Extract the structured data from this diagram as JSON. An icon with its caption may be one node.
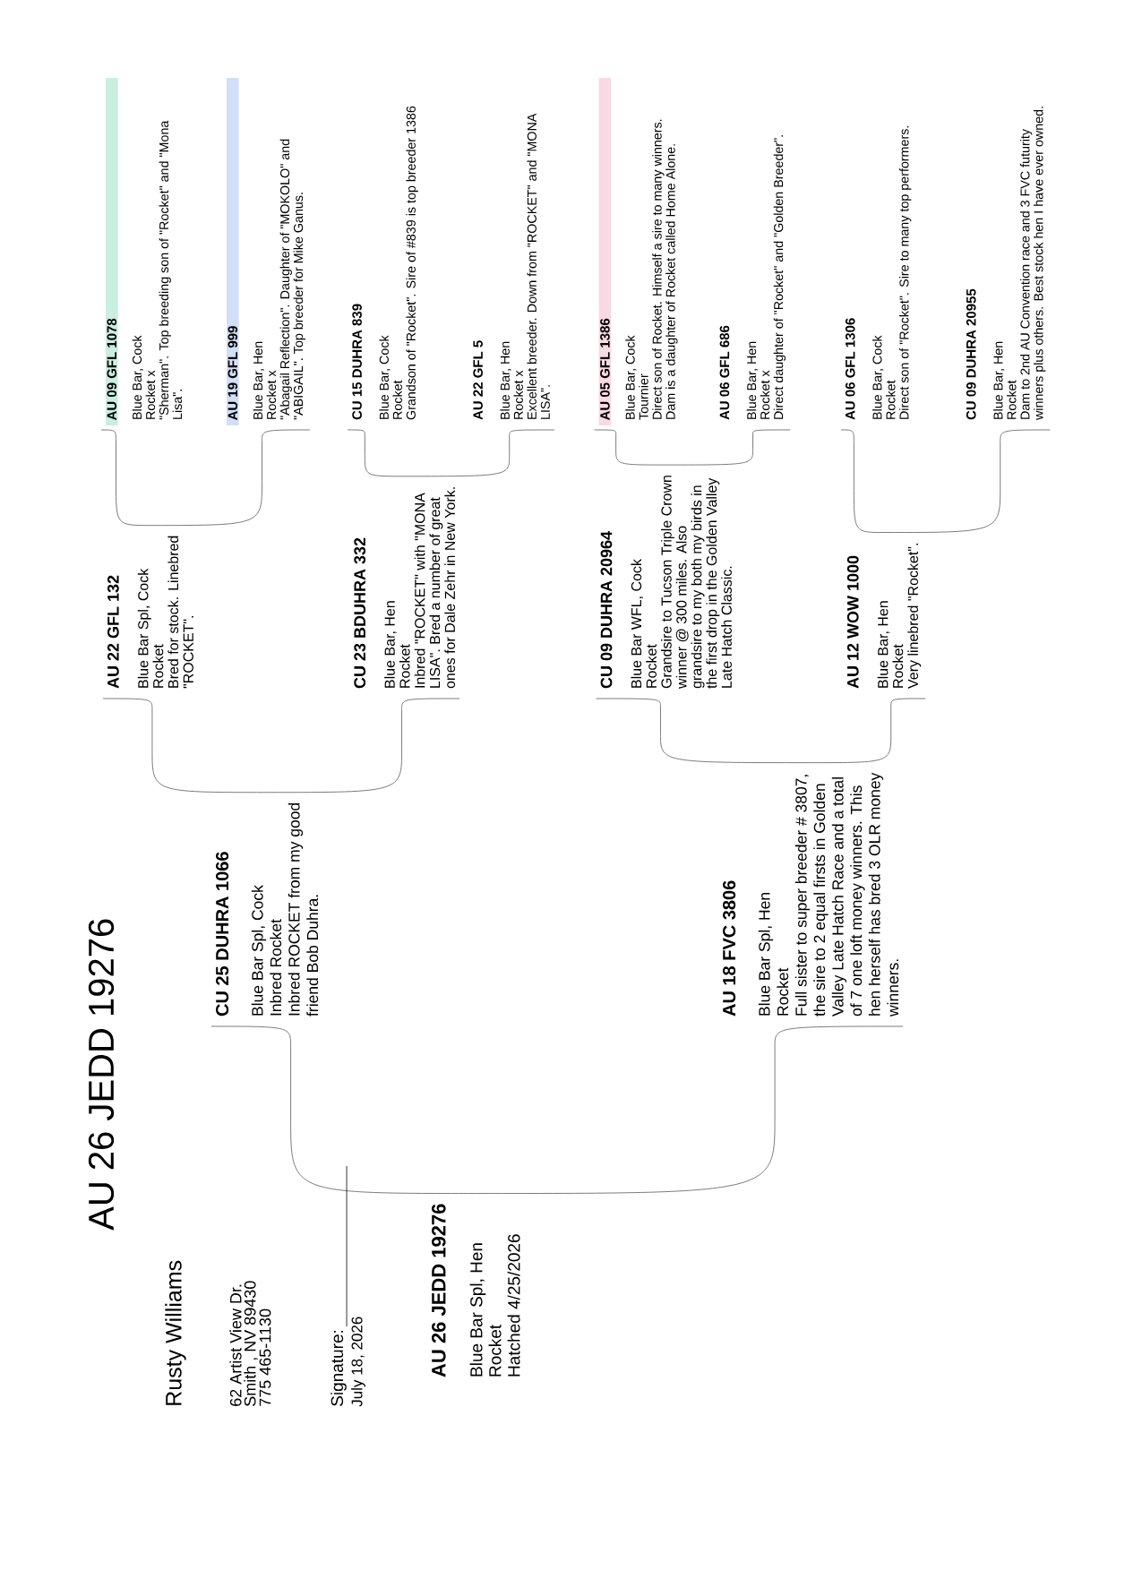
{
  "diagram": {
    "title": "AU 26 JEDD 19276",
    "nodes": [
      {
        "text": [
          "AU 26 JEDD 19276",
          "Blue Bar Spl, Hen",
          "Rocket",
          "Hatched 4/25/2026"
        ]
      },
      {
        "text": [
          "CU 25 DUHRA 1066",
          "Blue Bar Spl, Cock",
          "Inbred Rocket",
          "Inbred ROCKET from my good friend Bob Duhra."
        ]
      },
      {
        "text": [
          "AU 18 FVC 3806",
          "Blue Bar Spl, Hen",
          "Rocket",
          "Full sister to super breeder # 3807, the sire to 2 equal firsts in Golden Valley Late Hatch Race and a total of 7 one loft money winners. This hen herself has bred 3 OLR money winners."
        ]
      },
      {
        "text": [
          "AU 22 GFL 132",
          "Blue Bar Spl, Cock",
          "Rocket",
          "Bred for stock. Linebred \"ROCKET\"."
        ]
      },
      {
        "text": [
          "CU 23 BDUHRA 332",
          "Blue Bar, Hen",
          "Rocket",
          "Inbred \"ROCKET\" with \"MONA LISA\". Bred a number of great ones for Dale Zehr in New York."
        ]
      },
      {
        "text": [
          "CU 09 DUHRA 20964",
          "Blue Bar WFL, Cock",
          "Rocket",
          "Grandsire to Tucson Triple Crown winner @ 300 miles. Also grandsire to my both my birds in the first drop in the Golden Valley Late Hatch Classic."
        ]
      },
      {
        "text": [
          "AU 12 WOW 1000",
          "Blue Bar, Hen",
          "Rocket",
          "Very linebred \"Rocket\"."
        ]
      },
      {
        "text": [
          "AU 09 GFL 1078",
          "Blue Bar, Cock",
          "Rocket x",
          "\"Sherman\". Top breeding son of \"Rocket\" and \"Mona Lisa\"."
        ]
      },
      {
        "text": [
          "AU 19 GFL 999",
          "Blue Bar, Hen",
          "Rocket x",
          "\"Abagail Reflection\". Daughter of \"MOKOLO\" and \"ABIGAIL\". Top breeder for Mike Ganus."
        ]
      },
      {
        "text": [
          "CU 15 DUHRA 839",
          "Blue Bar, Cock",
          "Rocket",
          "Grandson of \"Rocket\". Sire of #839 is top breeder 1386"
        ]
      },
      {
        "text": [
          "AU 22 GFL 5",
          "Blue Bar, Hen",
          "Rocket x",
          "Excellent breeder. Down from \"ROCKET\" and \"MONA LISA\"."
        ]
      },
      {
        "text": [
          "AU 05 GFL 1386",
          "Blue Bar, Cock",
          "Tournier",
          "Direct son of Rocket. Himself a sire to many winners. Dam is a daughter of Rocket called Home Alone."
        ]
      },
      {
        "text": [
          "AU 06 GFL 686",
          "Blue Bar, Hen",
          "Rocket x",
          "Direct daughter of \"Rocket\" and \"Golden Breeder\"."
        ]
      },
      {
        "text": [
          "AU 06 GFL 1306",
          "Blue Bar, Cock",
          "Rocket",
          "Direct son of \"Rocket\". Sire to many top performers."
        ]
      },
      {
        "text": [
          "CU 09 DUHRA 20955",
          "Blue Bar, Hen",
          "Rocket",
          "Dam to 2nd AU Convention race and 3 FVC futurity winners plus others. Best stock hen I have ever owned."
        ]
      }
    ],
    "edges": [
      {
        "from": 1,
        "to": 0,
        "arrow": "none"
      },
      {
        "from": 2,
        "to": 0,
        "arrow": "none"
      },
      {
        "from": 3,
        "to": 1,
        "arrow": "none"
      },
      {
        "from": 4,
        "to": 1,
        "arrow": "none"
      },
      {
        "from": 5,
        "to": 2,
        "arrow": "none"
      },
      {
        "from": 6,
        "to": 2,
        "arrow": "none"
      },
      {
        "from": 7,
        "to": 3,
        "arrow": "none"
      },
      {
        "from": 8,
        "to": 3,
        "arrow": "none"
      },
      {
        "from": 9,
        "to": 4,
        "arrow": "none"
      },
      {
        "from": 10,
        "to": 4,
        "arrow": "none"
      },
      {
        "from": 11,
        "to": 5,
        "arrow": "none"
      },
      {
        "from": 12,
        "to": 5,
        "arrow": "none"
      },
      {
        "from": 13,
        "to": 6,
        "arrow": "none"
      },
      {
        "from": 14,
        "to": 6,
        "arrow": "none"
      }
    ],
    "labels": [
      "Rusty Williams",
      "62 Artist View Dr.",
      "Smith , NV 89430",
      "775 465-1130",
      "Signature:",
      "July 18, 2026"
    ]
  }
}
